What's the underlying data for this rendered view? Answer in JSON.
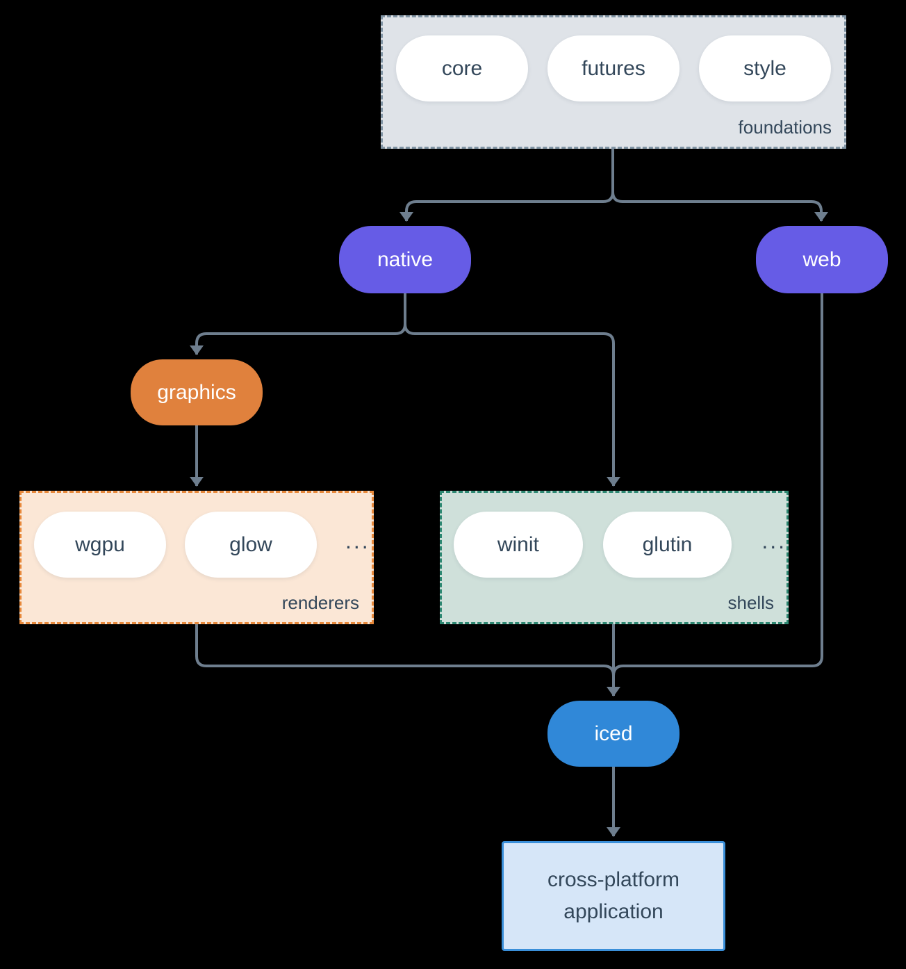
{
  "diagram": {
    "foundations": {
      "label": "foundations",
      "items": [
        "core",
        "futures",
        "style"
      ]
    },
    "native": {
      "label": "native"
    },
    "web": {
      "label": "web"
    },
    "graphics": {
      "label": "graphics"
    },
    "renderers": {
      "label": "renderers",
      "items": [
        "wgpu",
        "glow"
      ],
      "ellipsis": "..."
    },
    "shells": {
      "label": "shells",
      "items": [
        "winit",
        "glutin"
      ],
      "ellipsis": "..."
    },
    "iced": {
      "label": "iced"
    },
    "application": {
      "label": "cross-platform application"
    }
  },
  "colors": {
    "background": "#000000",
    "connector": "#6e7e8e",
    "foundations_fill": "#dfe3e8",
    "foundations_border": "#8094a4",
    "pill_text": "#33475a",
    "purple": "#665ce6",
    "orange": "#e0813d",
    "renderers_fill": "#fbe7d6",
    "renderers_border": "#e8893b",
    "shells_fill": "#cfe0da",
    "shells_border": "#2d8872",
    "blue": "#3088d8",
    "app_fill": "#d6e6f8",
    "app_border": "#3a8fd9"
  }
}
